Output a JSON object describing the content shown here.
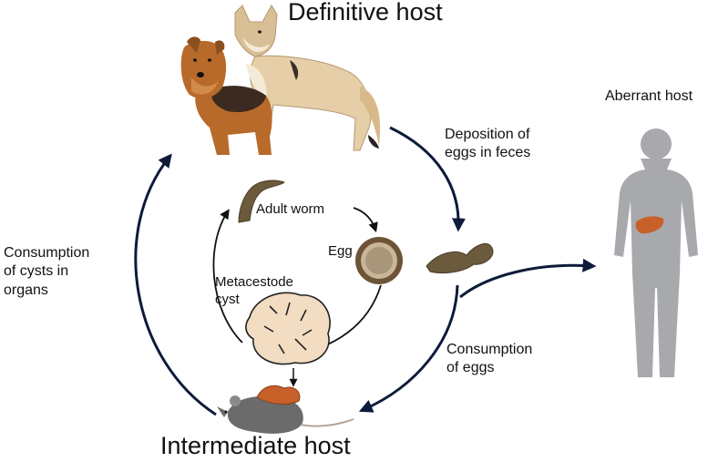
{
  "labels": {
    "definitive_host": "Definitive host",
    "intermediate_host": "Intermediate host",
    "aberrant_host": "Aberrant host",
    "deposition_line1": "Deposition of",
    "deposition_line2": "eggs in feces",
    "consumption_eggs_line1": "Consumption",
    "consumption_eggs_line2": "of eggs",
    "consumption_cysts_line1": "Consumption",
    "consumption_cysts_line2": "of cysts in",
    "consumption_cysts_line3": "organs",
    "adult_worm": "Adult worm",
    "egg": "Egg",
    "metacestode_line1": "Metacestode",
    "metacestode_line2": "cyst"
  },
  "colors": {
    "arrow": "#0d1a3a",
    "dog_fur": "#b86a2b",
    "dog_saddle": "#3b2a1f",
    "coyote_fur": "#e6cfa8",
    "human_silhouette": "#a7a9ac",
    "liver": "#c8602a",
    "cyst_fill": "#f2dcc2",
    "mouse_fur": "#6b6b6b",
    "worm": "#6b5a3c"
  }
}
